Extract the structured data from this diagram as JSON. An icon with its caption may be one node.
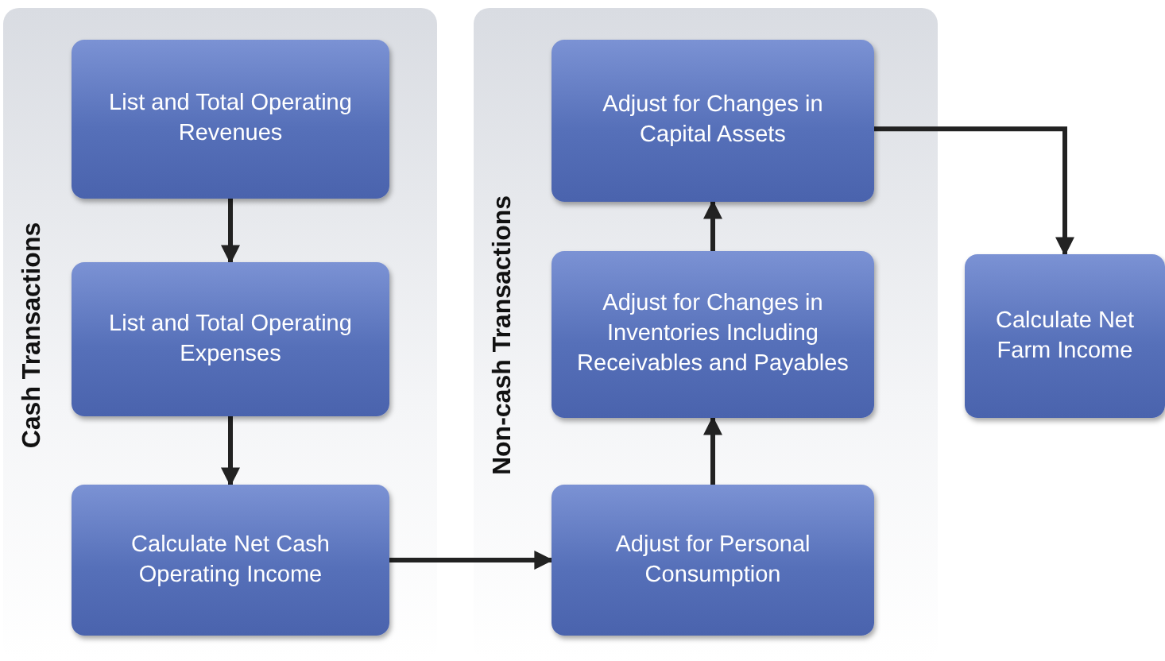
{
  "diagram": {
    "nodes": [
      {
        "text": [
          "Cash Transactions"
        ]
      },
      {
        "text": [
          "List and Total Operating Revenues"
        ],
        "in": 0
      },
      {
        "text": [
          "List and Total Operating Expenses"
        ],
        "in": 0
      },
      {
        "text": [
          "Calculate Net Cash Operating Income"
        ],
        "in": 0
      },
      {
        "text": [
          "Non-cash Transactions"
        ]
      },
      {
        "text": [
          "Adjust for Changes in Capital Assets"
        ],
        "in": 4
      },
      {
        "text": [
          "Adjust for Changes in Inventories Including Receivables and Payables"
        ],
        "in": 4
      },
      {
        "text": [
          "Adjust for Personal Consumption"
        ],
        "in": 4
      },
      {
        "text": [
          "Calculate Net Farm Income"
        ]
      }
    ],
    "edges": [
      {
        "from": 1,
        "to": 2,
        "arrow": "to"
      },
      {
        "from": 2,
        "to": 3,
        "arrow": "to"
      },
      {
        "from": 3,
        "to": 7,
        "arrow": "to"
      },
      {
        "from": 7,
        "to": 6,
        "arrow": "to"
      },
      {
        "from": 6,
        "to": 5,
        "arrow": "to"
      },
      {
        "from": 5,
        "to": 8,
        "arrow": "to"
      }
    ]
  }
}
